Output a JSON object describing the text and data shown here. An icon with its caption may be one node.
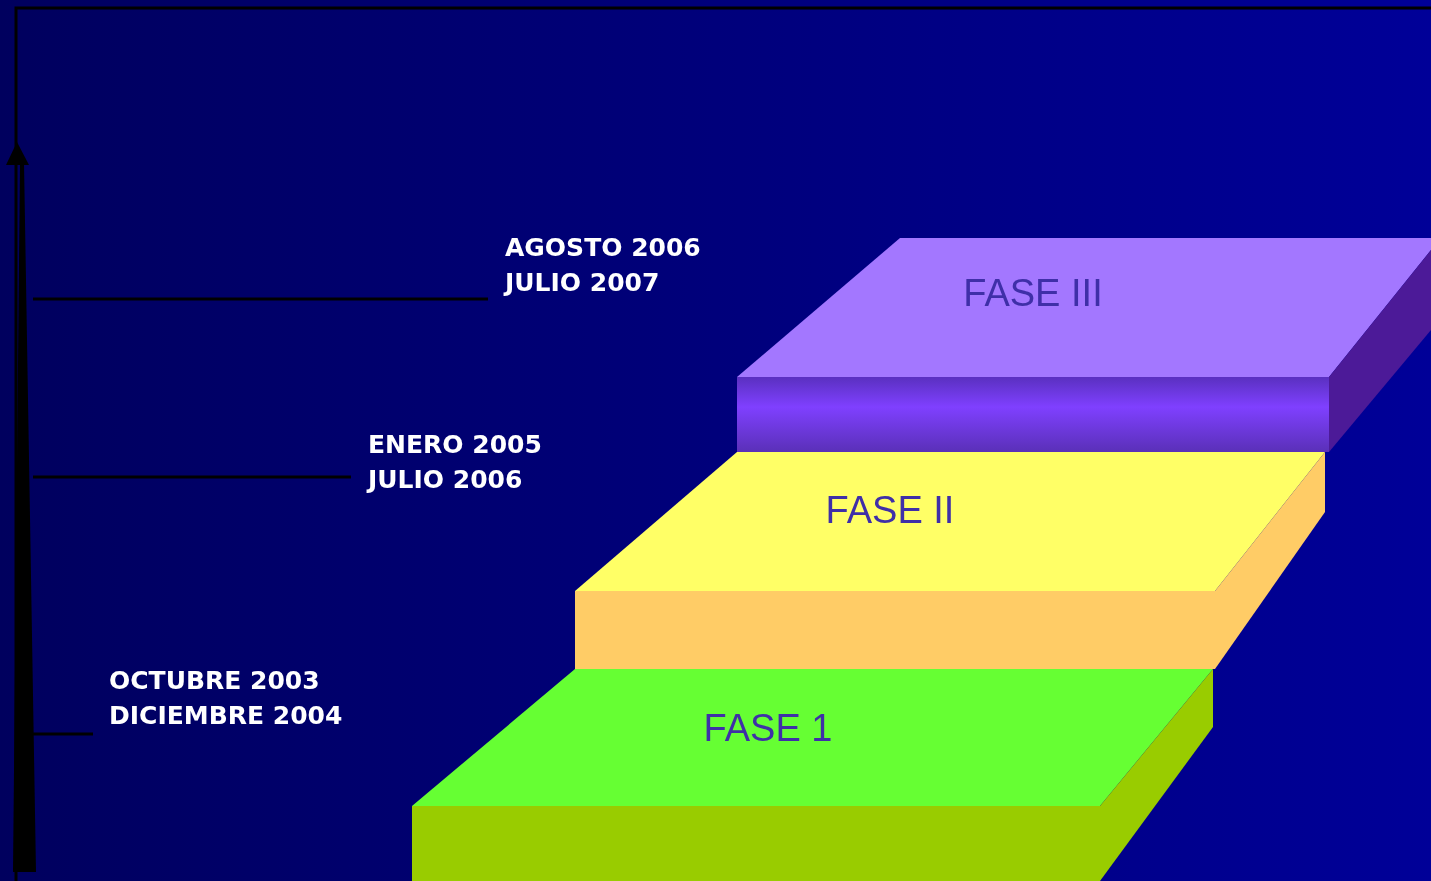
{
  "diagram": {
    "nodes": [
      {
        "text": [
          "AGOSTO 2006",
          "JULIO 2007"
        ]
      },
      {
        "text": [
          "ENERO 2005",
          "JULIO 2006"
        ]
      },
      {
        "text": [
          "OCTUBRE 2003",
          "DICIEMBRE 2004"
        ]
      },
      {
        "text": [
          "FASE III"
        ]
      },
      {
        "text": [
          "FASE II"
        ]
      },
      {
        "text": [
          "FASE 1"
        ]
      }
    ],
    "edges": [
      {
        "from": null,
        "to": 0,
        "arrow": "none"
      },
      {
        "from": null,
        "to": 1,
        "arrow": "none"
      },
      {
        "from": null,
        "to": 2,
        "arrow": "none"
      }
    ]
  }
}
